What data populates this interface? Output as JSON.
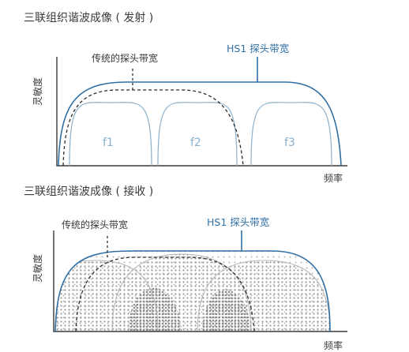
{
  "top_panel": {
    "title": "三联组织谐波成像 ( 发射 )",
    "y_label": "灵敏度",
    "x_label": "频率",
    "conventional_label": "传统的探头带宽",
    "hs1_label": "HS1 探头带宽",
    "bands": [
      "f1",
      "f2",
      "f3"
    ]
  },
  "bottom_panel": {
    "title": "三联组织谐波成像 ( 接收 )",
    "y_label": "灵敏度",
    "x_label": "频率",
    "conventional_label": "传统的探头带宽",
    "hs1_label": "HS1 探头带宽"
  },
  "colors": {
    "hs1_blue": "#2f6fa4",
    "band_blue": "#8ab0cc",
    "axis": "#3a3a3a",
    "dots": "#8c8c8c"
  }
}
